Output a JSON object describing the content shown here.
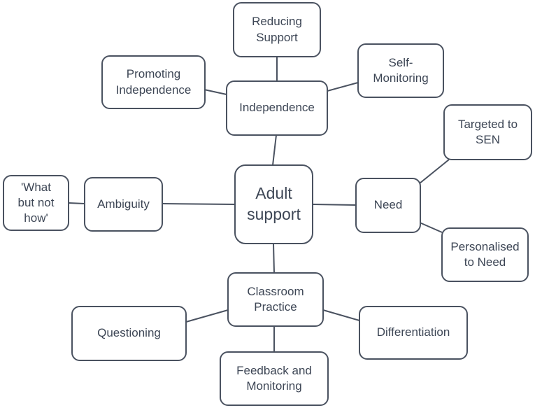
{
  "diagram": {
    "center": "Adult\nsupport",
    "independence": "Independence",
    "reducing_support": "Reducing\nSupport",
    "self_monitoring": "Self-\nMonitoring",
    "promoting_independence": "Promoting\nIndependence",
    "need": "Need",
    "targeted_sen": "Targeted to\nSEN",
    "personalised": "Personalised\nto Need",
    "ambiguity": "Ambiguity",
    "what_not_how": "'What\nbut not\nhow'",
    "classroom_practice": "Classroom\nPractice",
    "questioning": "Questioning",
    "differentiation": "Differentiation",
    "feedback": "Feedback and\nMonitoring"
  },
  "colors": {
    "border": "#4a5260",
    "text": "#3d4655",
    "background": "#ffffff"
  }
}
